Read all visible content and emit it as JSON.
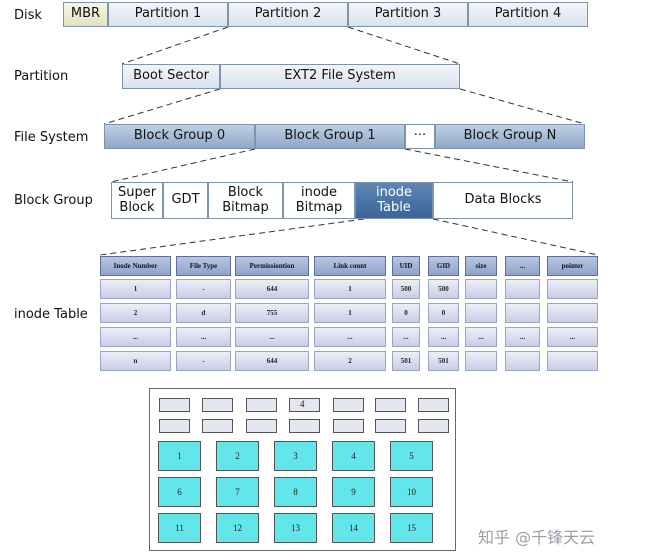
{
  "levels": {
    "disk": "Disk",
    "partition": "Partition",
    "file_system": "File System",
    "block_group": "Block Group",
    "inode_table": "inode Table"
  },
  "disk_row": {
    "mbr": "MBR",
    "p1": "Partition 1",
    "p2": "Partition 2",
    "p3": "Partition 3",
    "p4": "Partition 4"
  },
  "partition_row": {
    "boot": "Boot Sector",
    "fs": "EXT2 File System"
  },
  "fs_row": {
    "bg0": "Block Group 0",
    "bg1": "Block Group 1",
    "dots": "···",
    "bgn": "Block Group N"
  },
  "bg_row": {
    "super_a": "Super",
    "super_b": "Block",
    "gdt": "GDT",
    "bbm_a": "Block",
    "bbm_b": "Bitmap",
    "ibm_a": "inode",
    "ibm_b": "Bitmap",
    "it_a": "inode",
    "it_b": "Table",
    "data": "Data Blocks"
  },
  "table": {
    "headers": [
      "Inode Number",
      "File Type",
      "Permissiontion",
      "Link count",
      "UID",
      "GID",
      "size",
      "...",
      "pointer"
    ],
    "rows": [
      [
        "1",
        "-",
        "644",
        "1",
        "500",
        "500",
        "",
        "",
        ""
      ],
      [
        "2",
        "d",
        "755",
        "1",
        "0",
        "0",
        "",
        "",
        ""
      ],
      [
        "...",
        "...",
        "...",
        "...",
        "...",
        "...",
        "...",
        "...",
        "..."
      ],
      [
        "n",
        "-",
        "644",
        "2",
        "501",
        "501",
        "",
        "",
        ""
      ]
    ]
  },
  "blocks": {
    "pointer_label": "4",
    "cells": [
      "1",
      "2",
      "3",
      "4",
      "5",
      "6",
      "7",
      "8",
      "9",
      "10",
      "11",
      "12",
      "13",
      "14",
      "15"
    ]
  },
  "watermark": "知乎 @千锋天云"
}
